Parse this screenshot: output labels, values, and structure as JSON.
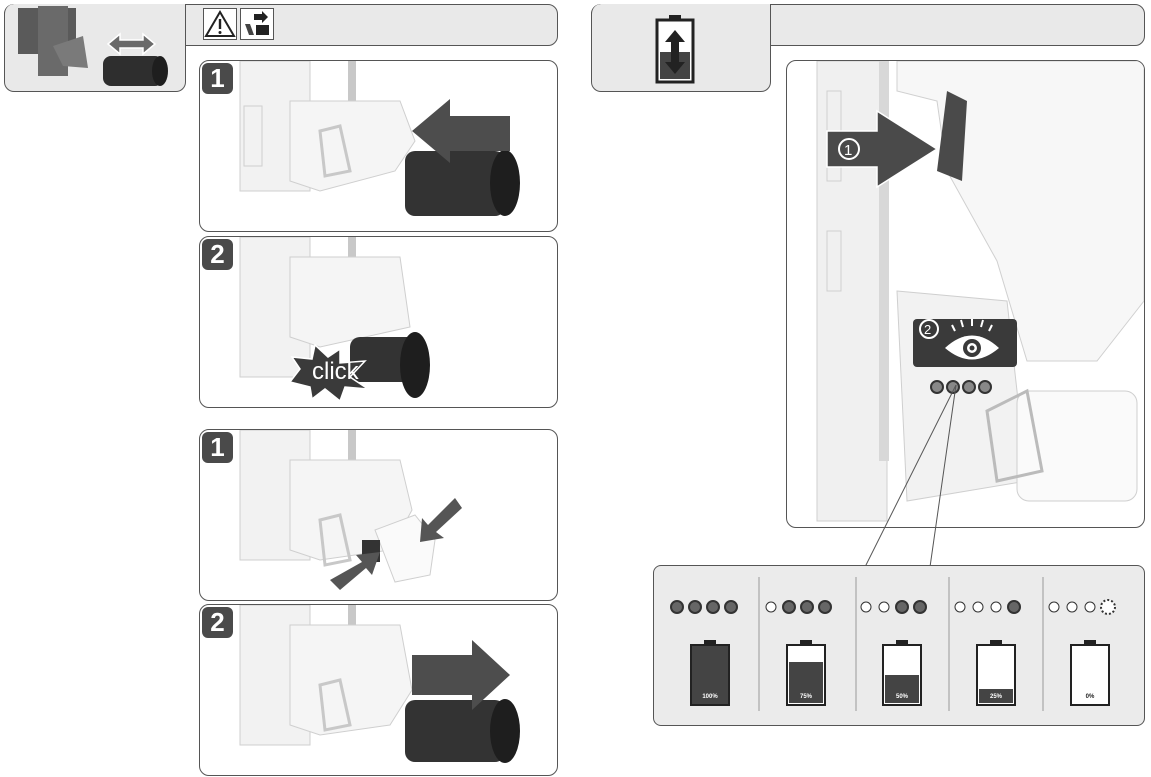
{
  "left_section": {
    "header_icons": [
      "warning-icon",
      "battery-swap-icon"
    ],
    "remove_block": {
      "step1": "1",
      "step2": "2",
      "click_label": "click"
    },
    "insert_block": {
      "step1": "1",
      "step2": "2"
    }
  },
  "right_section": {
    "header_icon": "battery-charge-icon",
    "step1": "1",
    "step2": "2",
    "eye_icon": "eye-icon",
    "battery_levels": [
      {
        "leds_on": 4,
        "percent_label": "100%",
        "fill": 1.0
      },
      {
        "leds_on": 3,
        "percent_label": "75%",
        "fill": 0.75
      },
      {
        "leds_on": 2,
        "percent_label": "50%",
        "fill": 0.5
      },
      {
        "leds_on": 1,
        "percent_label": "25%",
        "fill": 0.25
      },
      {
        "leds_on": 1,
        "percent_label": "0%",
        "fill": 0.0,
        "blinking": true
      }
    ]
  },
  "colors": {
    "header_bg": "#e9e9e9",
    "dark": "#4a4a4a",
    "outline": "#555555"
  }
}
